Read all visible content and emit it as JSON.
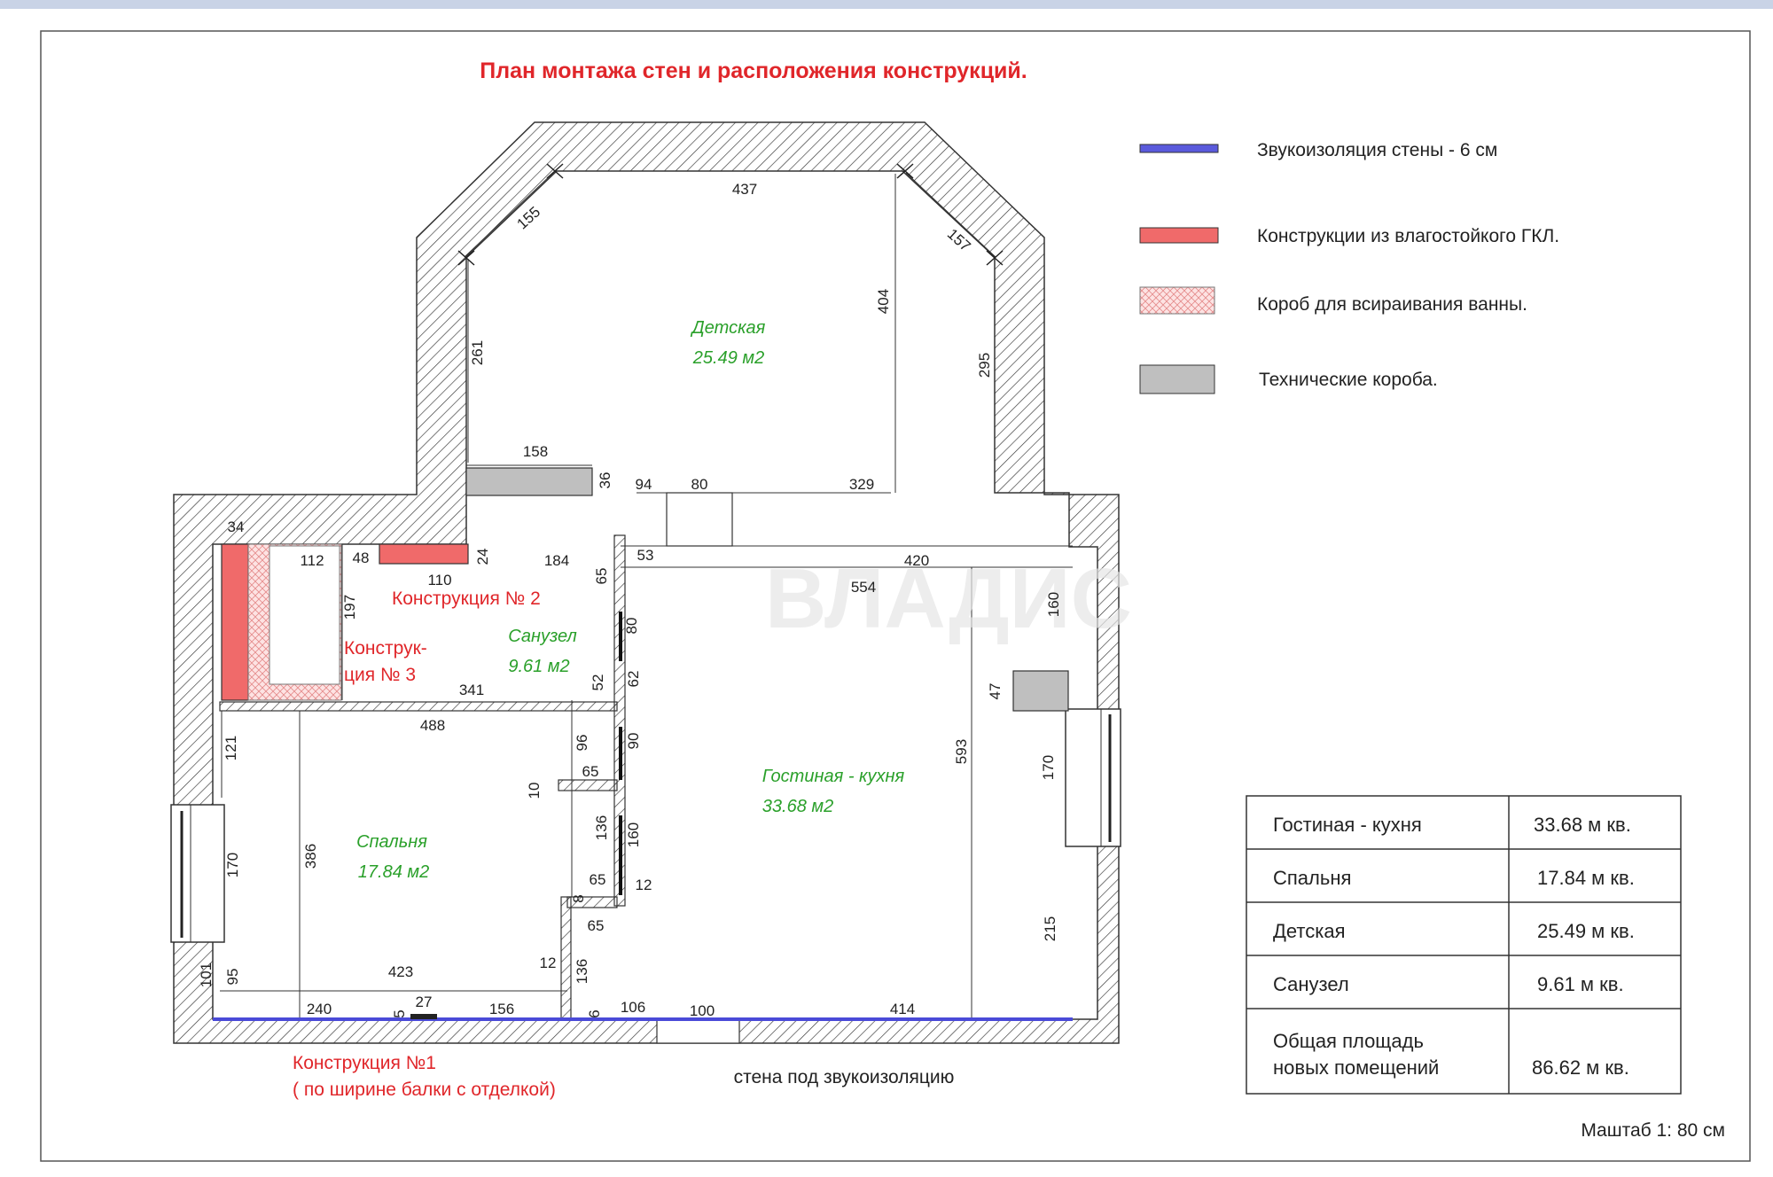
{
  "title": "План монтажа стен и расположения конструкций.",
  "legend": [
    {
      "label": "Звукоизоляция стены  - 6 см",
      "kind": "blue-line",
      "color": "#5a5adc"
    },
    {
      "label": "Конструкции из  влагостойкого ГКЛ.",
      "kind": "red-box",
      "color": "#f06a6a"
    },
    {
      "label": "Короб для  всираивания ванны.",
      "kind": "pink-hatch",
      "color": "#f4b6b6"
    },
    {
      "label": "Технические короба.",
      "kind": "grey-box",
      "color": "#bfbfbf"
    }
  ],
  "rooms": [
    {
      "name": "Детская",
      "area": "25.49 м2"
    },
    {
      "name": "Санузел",
      "area": "9.61 м2"
    },
    {
      "name": "Гостиная - кухня",
      "area": "33.68 м2"
    },
    {
      "name": "Спальня",
      "area": "17.84 м2"
    }
  ],
  "constructions": {
    "c1_line1": "Конструкция №1",
    "c1_line2": "( по ширине балки с отделкой)",
    "c2": "Конструкция № 2",
    "c3_line1": "Конструк-",
    "c3_line2": "ция № 3"
  },
  "wall_note": "стена под звукоизоляцию",
  "dims": {
    "d437": "437",
    "d155": "155",
    "d157": "157",
    "d261": "261",
    "d404": "404",
    "d295": "295",
    "d158": "158",
    "d36": "36",
    "d94": "94",
    "d80a": "80",
    "d329": "329",
    "d34": "34",
    "d112": "112",
    "d48": "48",
    "d110": "110",
    "d24": "24",
    "d184": "184",
    "d53": "53",
    "d420": "420",
    "d554": "554",
    "d65a": "65",
    "d197": "197",
    "d160a": "160",
    "d80b": "80",
    "d52": "52",
    "d62": "62",
    "d341": "341",
    "d47": "47",
    "d488": "488",
    "d121": "121",
    "d96": "96",
    "d90": "90",
    "d65b": "65",
    "d593": "593",
    "d170a": "170",
    "d10": "10",
    "d136a": "136",
    "d160b": "160",
    "d170b": "170",
    "d386": "386",
    "d65c": "65",
    "d12a": "12",
    "d8": "8",
    "d65d": "65",
    "d215": "215",
    "d101": "101",
    "d95": "95",
    "d423": "423",
    "d12b": "12",
    "d136b": "136",
    "d240": "240",
    "d5": "5",
    "d27": "27",
    "d156": "156",
    "d6": "6",
    "d106": "106",
    "d100": "100",
    "d414": "414"
  },
  "area_table": [
    {
      "room": "Гостиная - кухня",
      "area": "33.68 м кв."
    },
    {
      "room": "Спальня",
      "area": "17.84 м кв."
    },
    {
      "room": "Детская",
      "area": "25.49 м кв."
    },
    {
      "room": "Санузел",
      "area": "9.61 м кв."
    },
    {
      "room": "Общая площадь новых помещений",
      "room_line1": "Общая площадь",
      "room_line2": "новых помещений",
      "area": "86.62 м кв."
    }
  ],
  "scale": "Маштаб 1: 80 см",
  "watermark": "ВЛАДИС",
  "colors": {
    "title_red": "#e0262a",
    "room_green": "#2aa02a",
    "construction_red": "#e0262a"
  }
}
